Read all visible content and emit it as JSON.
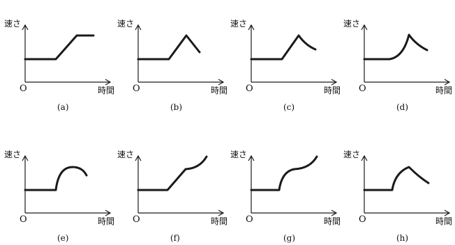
{
  "labels": {
    "y": "速さ",
    "x": "時間",
    "origin": "O"
  },
  "panels": [
    {
      "caption": "(a)"
    },
    {
      "caption": "(b)"
    },
    {
      "caption": "(c)"
    },
    {
      "caption": "(d)"
    },
    {
      "caption": "(e)"
    },
    {
      "caption": "(f)"
    },
    {
      "caption": "(g)"
    },
    {
      "caption": "(h)"
    }
  ]
}
